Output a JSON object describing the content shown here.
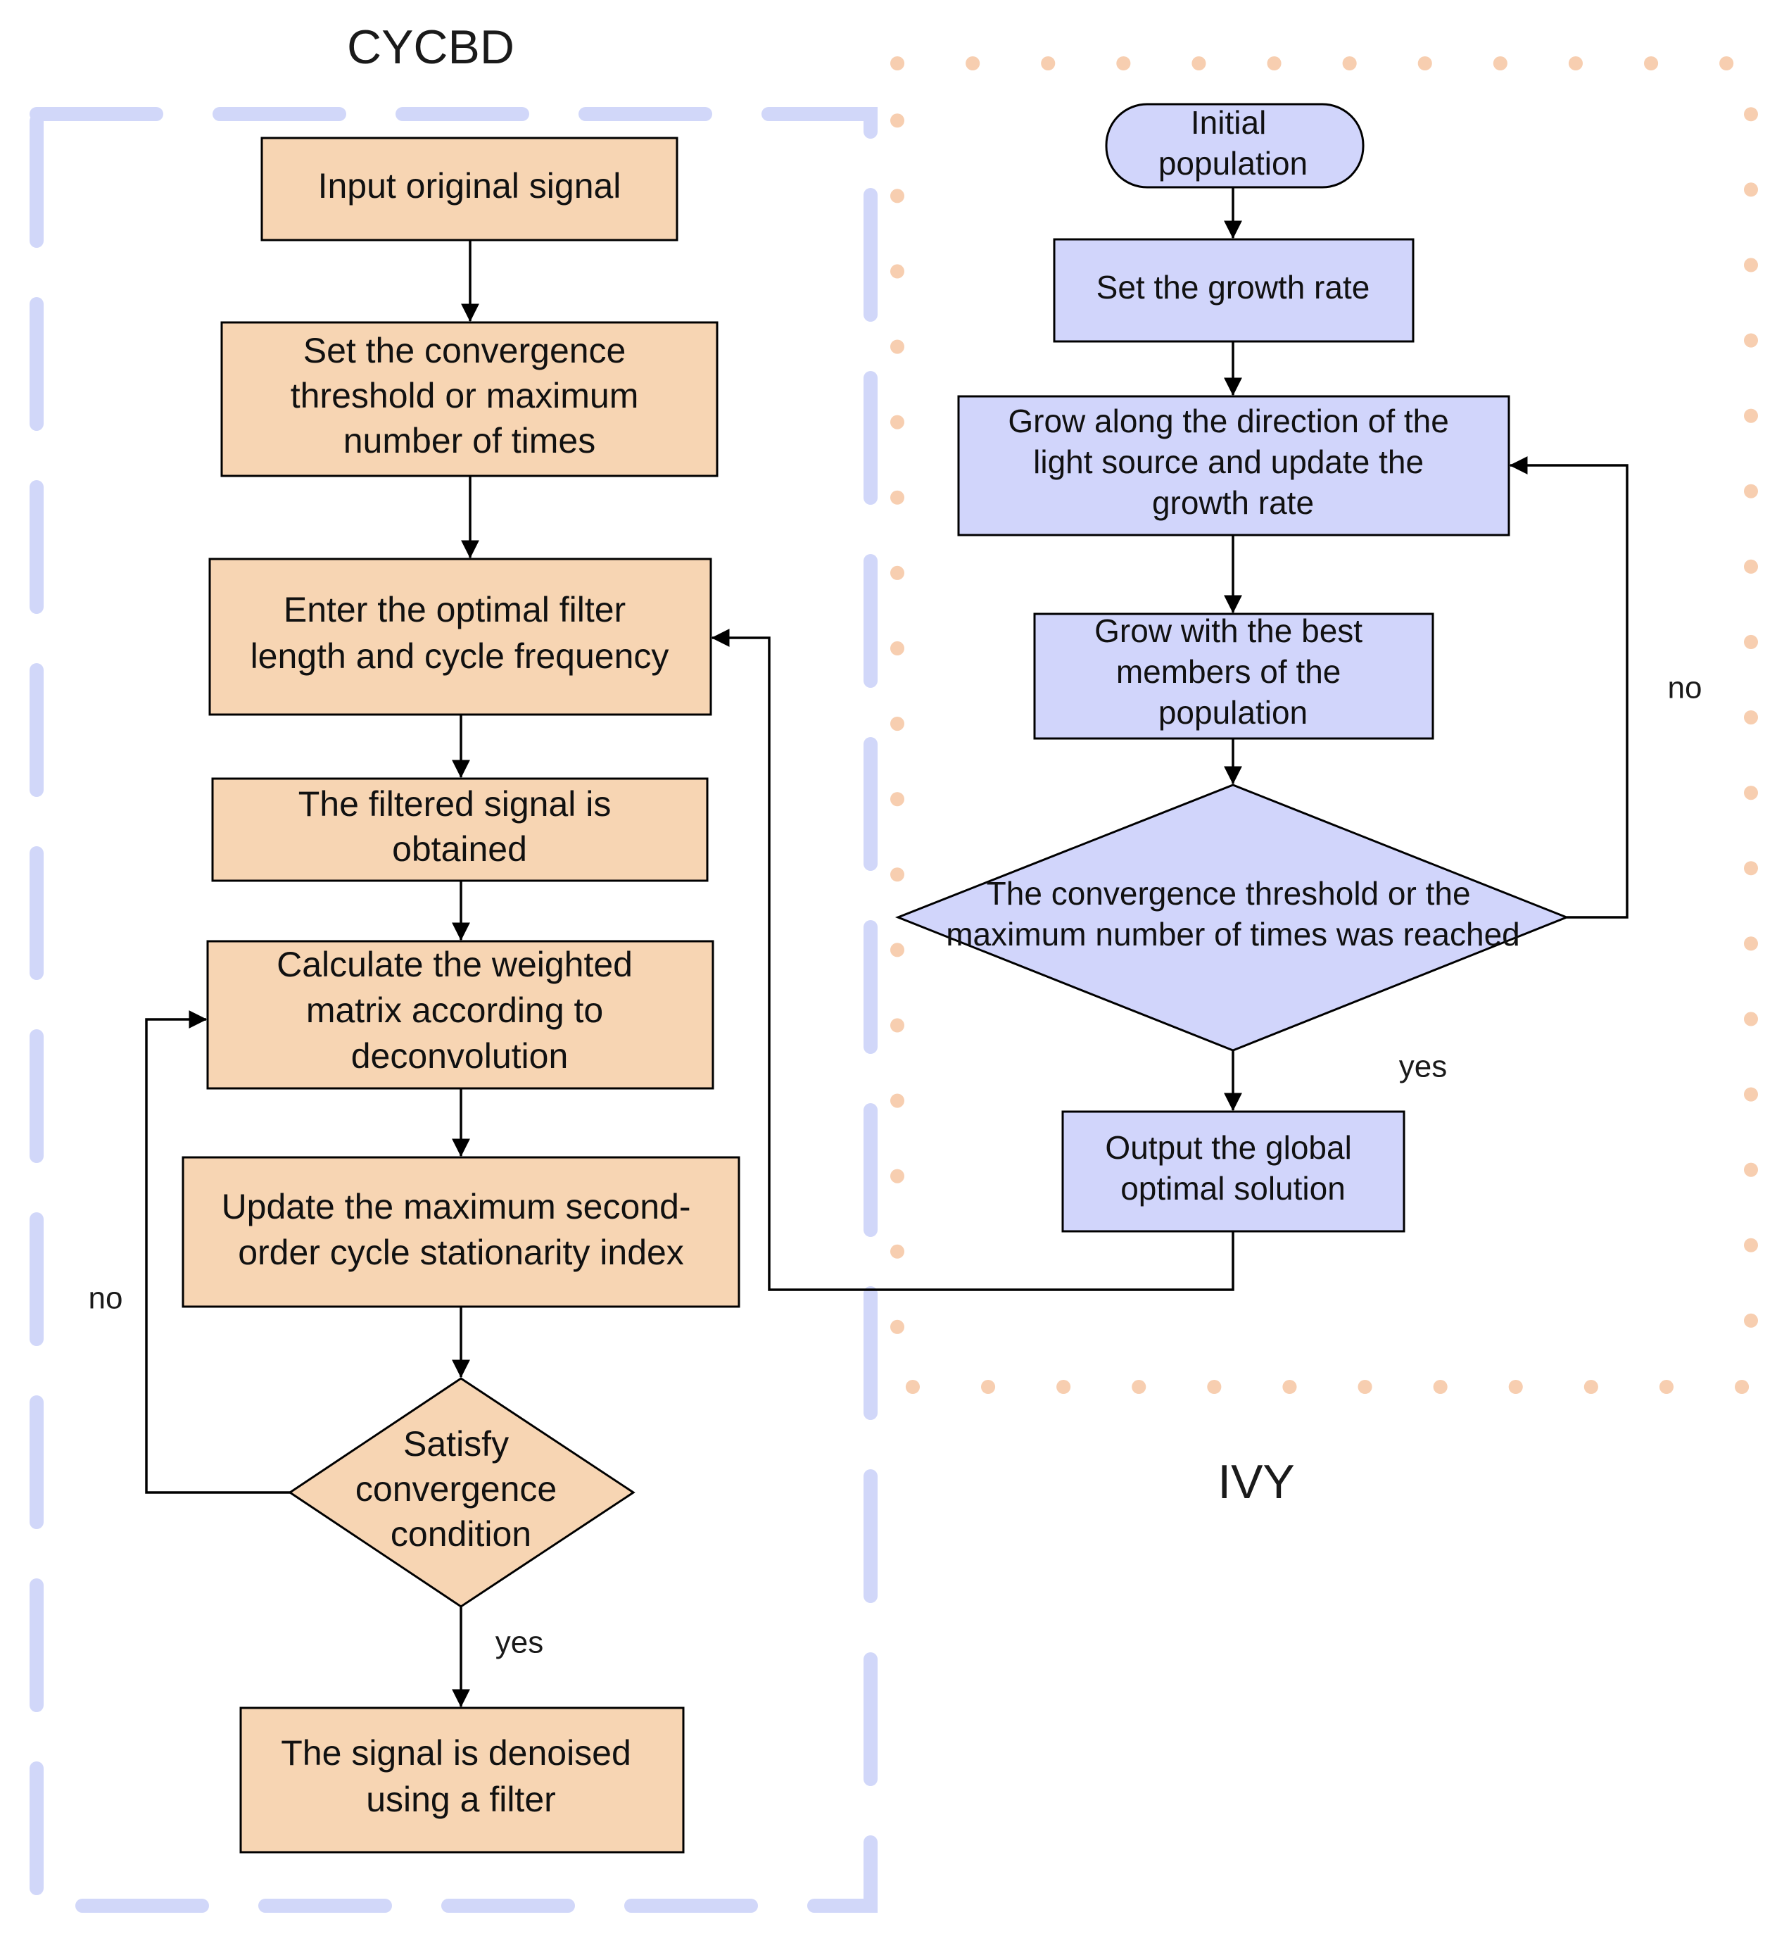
{
  "colors": {
    "cycbd_fill": "#f7d5b3",
    "ivy_fill": "#d1d5fb",
    "cycbd_border": "#d1d7f9",
    "ivy_border": "#f7ceb0",
    "stroke": "#000000"
  },
  "cycbd": {
    "title": "CYCBD",
    "nodes": {
      "input": [
        "Input original signal"
      ],
      "threshold": [
        "Set the convergence",
        "threshold or maximum",
        "number of times"
      ],
      "enter": [
        "Enter the optimal filter",
        "length and cycle frequency"
      ],
      "filtered": [
        "The filtered signal is",
        "obtained"
      ],
      "calc": [
        "Calculate the weighted",
        "matrix according to",
        "deconvolution"
      ],
      "update": [
        "Update the maximum second-",
        "order cycle stationarity index"
      ],
      "satisfy": [
        "Satisfy",
        "convergence",
        "condition"
      ],
      "denoised": [
        "The signal is denoised",
        "using a filter"
      ]
    },
    "edge_labels": {
      "no": "no",
      "yes": "yes"
    }
  },
  "ivy": {
    "title": "IVY",
    "nodes": {
      "initial": [
        "Initial",
        "population"
      ],
      "growth": [
        "Set the growth rate"
      ],
      "grow_dir": [
        "Grow along the direction of the",
        "light source and update the",
        "growth rate"
      ],
      "grow_best": [
        "Grow with the best",
        "members of the",
        "population"
      ],
      "reached": [
        "The convergence threshold or the",
        "maximum number of times was reached"
      ],
      "output": [
        "Output the global",
        "optimal solution"
      ]
    },
    "edge_labels": {
      "no": "no",
      "yes": "yes"
    }
  }
}
